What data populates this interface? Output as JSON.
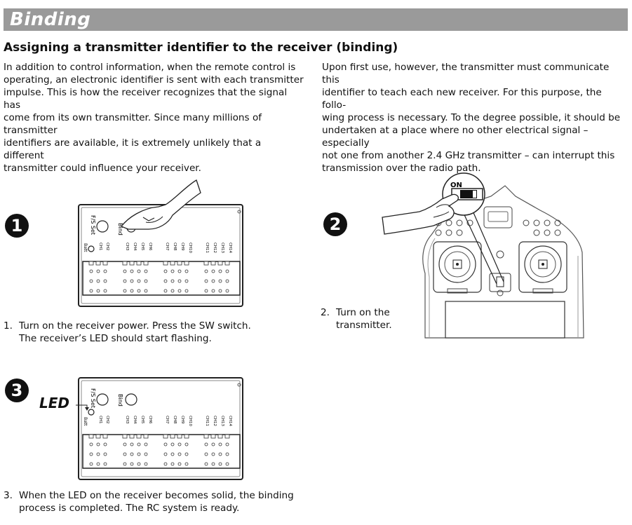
{
  "banner": {
    "title": "Binding"
  },
  "heading": "Assigning a transmitter identifier to the receiver (binding)",
  "paragraphs": {
    "left": [
      "In addition to control information, when the remote control is",
      "operating, an electronic identifier is sent with each transmitter",
      "impulse. This is how the receiver recognizes that the signal has",
      "come from its own transmitter. Since many millions of transmitter",
      "identifiers are available, it is extremely unlikely that a different",
      "transmitter could influence your receiver."
    ],
    "right": [
      "Upon first use, however, the transmitter must communicate this",
      "identifier to teach each new receiver. For this purpose, the follo-",
      "wing process is necessary. To the degree possible, it should be",
      "undertaken at a place where no other electrical signal – especially",
      "not one from another 2.4 GHz transmitter – can interrupt this",
      "transmission over the radio path."
    ]
  },
  "steps": [
    {
      "badge": "1",
      "number": "1.",
      "lines": [
        "Turn on the receiver power. Press the SW switch.",
        "The receiver’s LED should start flashing."
      ]
    },
    {
      "badge": "2",
      "number": "2.",
      "lines": [
        "Turn on the",
        "transmitter."
      ]
    },
    {
      "badge": "3",
      "number": "3.",
      "lines": [
        "When the LED on the receiver becomes solid, the binding",
        "process is completed. The RC system is ready."
      ]
    }
  ],
  "receiver": {
    "fs_set": "F/S Set",
    "bind": "Bind",
    "batt": "Batt",
    "channels": [
      "CH1",
      "CH2",
      "CH3",
      "CH4",
      "CH5",
      "CH6",
      "CH7",
      "CH8",
      "CH9",
      "CH10",
      "CH11",
      "CH12",
      "CH13",
      "CH14"
    ]
  },
  "transmitter": {
    "switch_label": "ON"
  },
  "led_label": "LED"
}
